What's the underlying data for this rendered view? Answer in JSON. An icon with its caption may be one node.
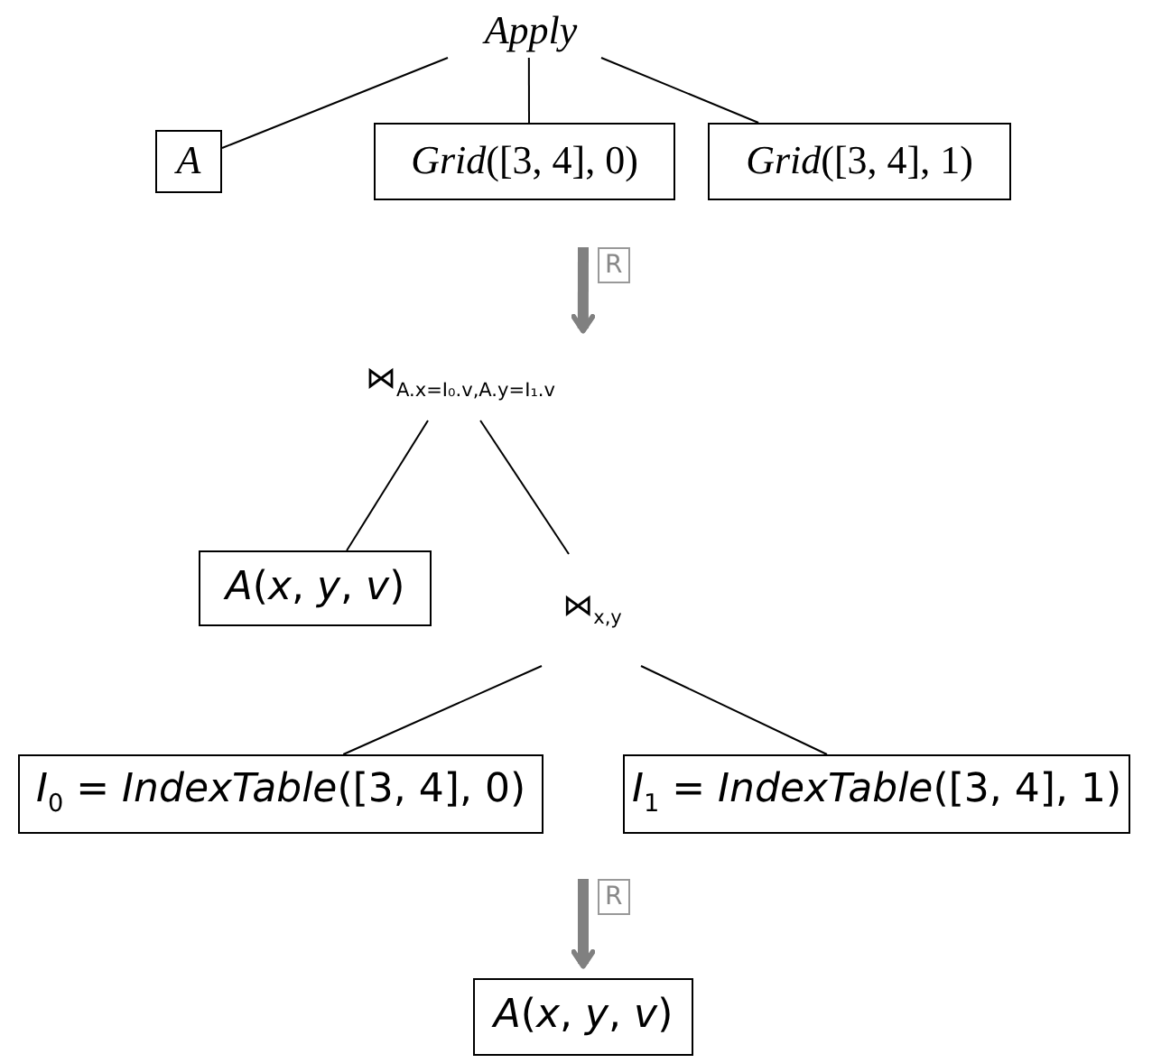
{
  "diagram": {
    "nodes": [
      {
        "text": [
          "Apply"
        ]
      },
      {
        "text": [
          "A"
        ]
      },
      {
        "text": [
          "*Grid*([3, 4], 0)"
        ]
      },
      {
        "text": [
          "*Grid*([3, 4], 1)"
        ]
      },
      {
        "text": [
          "⋈$_{A.x=I₀.v,A.y=I₁.v}$"
        ]
      },
      {
        "text": [
          "*A*(*x*, *y*, *v*)"
        ]
      },
      {
        "text": [
          "⋈$_{x,y}$"
        ]
      },
      {
        "text": [
          "*I*$_{0}$ = *IndexTable*([3, 4], 0)"
        ]
      },
      {
        "text": [
          "*I*$_{1}$ = *IndexTable*([3, 4], 1)"
        ]
      },
      {
        "text": [
          "*A*(*x*, *y*, *v*)"
        ]
      }
    ],
    "edges": [
      {
        "from": 0,
        "to": 1,
        "arrow": "none"
      },
      {
        "from": 0,
        "to": 2,
        "arrow": "none"
      },
      {
        "from": 0,
        "to": 3,
        "arrow": "none"
      },
      {
        "from": null,
        "to": 4,
        "arrow": "to",
        "label": "R",
        "style": "thick",
        "color": "#808080"
      },
      {
        "from": 4,
        "to": 5,
        "arrow": "none"
      },
      {
        "from": 4,
        "to": 6,
        "arrow": "none"
      },
      {
        "from": 6,
        "to": 7,
        "arrow": "none"
      },
      {
        "from": 6,
        "to": 8,
        "arrow": "none"
      },
      {
        "from": null,
        "to": 9,
        "arrow": "to",
        "label": "R",
        "style": "thick",
        "color": "#808080"
      }
    ]
  }
}
